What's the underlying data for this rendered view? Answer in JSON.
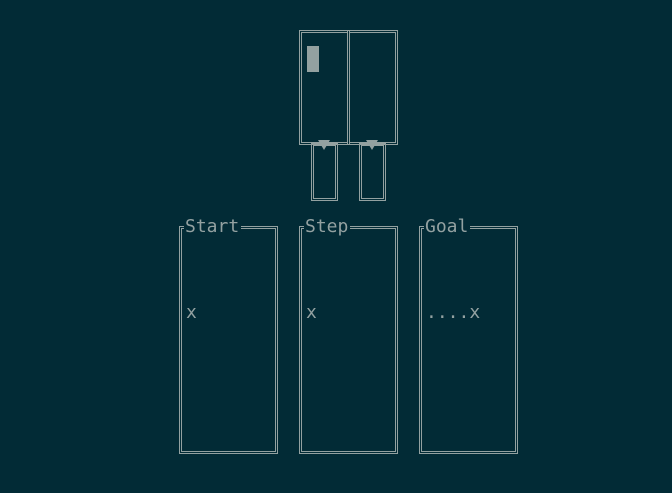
{
  "top_grid": {
    "cells": [
      {
        "has_cursor": true
      },
      {
        "has_cursor": false
      }
    ],
    "selector_icons": [
      "triangle-down-icon",
      "triangle-down-icon"
    ]
  },
  "panels": [
    {
      "title": "Start",
      "content": "x"
    },
    {
      "title": "Step",
      "content": "x"
    },
    {
      "title": "Goal",
      "content": "....x"
    }
  ],
  "colors": {
    "background": "#022b36",
    "foreground": "#93a1a1"
  }
}
